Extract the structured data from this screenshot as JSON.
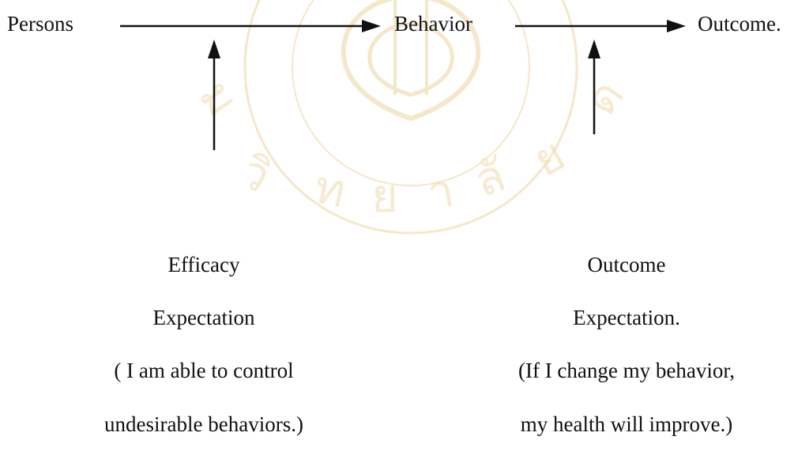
{
  "nodes": {
    "persons": "Persons",
    "behavior": "Behavior",
    "outcome": "Outcome."
  },
  "efficacy": {
    "line1": "Efficacy",
    "line2": "Expectation",
    "line3": "( I am able to control",
    "line4": "undesirable behaviors.)"
  },
  "outcome_expectation": {
    "line1": "Outcome",
    "line2": "Expectation.",
    "line3": "(If I change my behavior,",
    "line4": "my health will improve.)"
  },
  "colors": {
    "ink": "#111111",
    "watermark": "#e6c98a"
  }
}
